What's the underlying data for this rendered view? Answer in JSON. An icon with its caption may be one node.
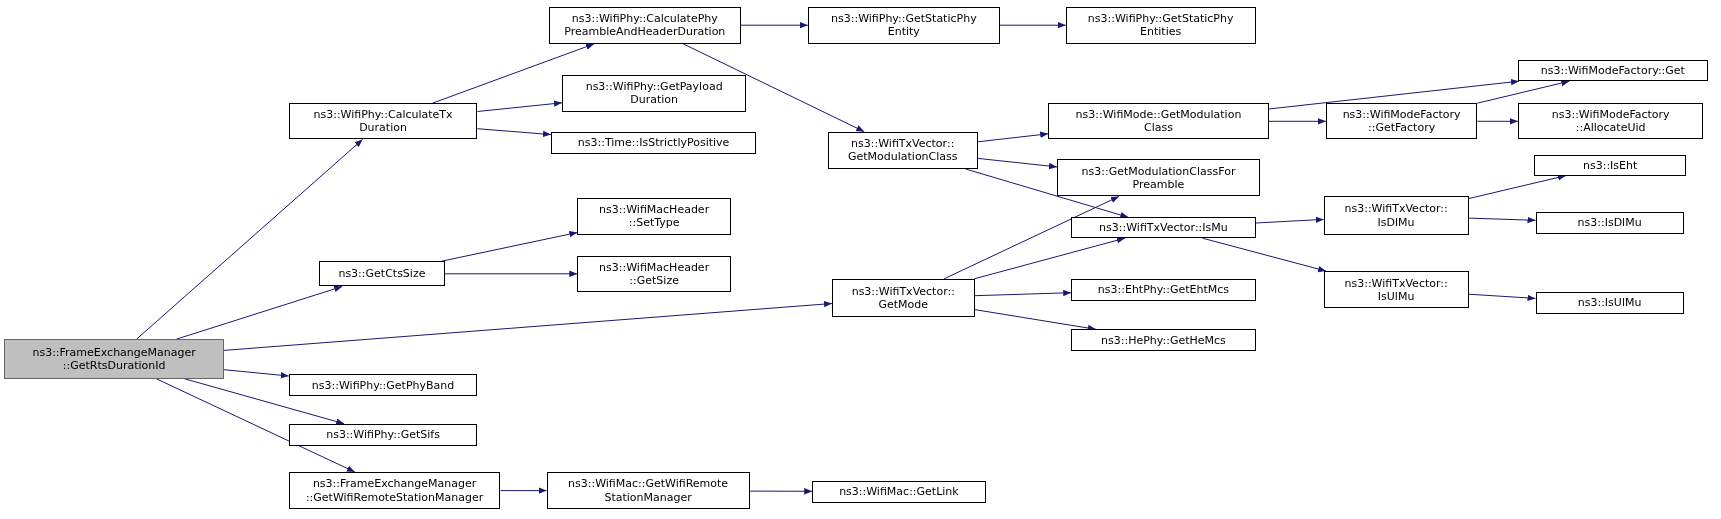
{
  "diagram": {
    "nodes": [
      {
        "text": [
          "ns3::FrameExchangeManager ::GetRtsDurationId"
        ]
      },
      {
        "text": [
          "ns3::WifiPhy::CalculateTx Duration"
        ]
      },
      {
        "text": [
          "ns3::WifiPhy::CalculatePhy PreambleAndHeaderDuration"
        ]
      },
      {
        "text": [
          "ns3::WifiPhy::GetStaticPhy Entity"
        ]
      },
      {
        "text": [
          "ns3::WifiPhy::GetStaticPhy Entities"
        ]
      },
      {
        "text": [
          "ns3::WifiTxVector:: GetModulationClass"
        ]
      },
      {
        "text": [
          "ns3::WifiMode::GetModulation Class"
        ]
      },
      {
        "text": [
          "ns3::WifiModeFactory::Get"
        ]
      },
      {
        "text": [
          "ns3::WifiModeFactory ::GetFactory"
        ]
      },
      {
        "text": [
          "ns3::WifiModeFactory ::AllocateUid"
        ]
      },
      {
        "text": [
          "ns3::GetModulationClassFor Preamble"
        ]
      },
      {
        "text": [
          "ns3::WifiTxVector::IsMu"
        ]
      },
      {
        "text": [
          "ns3::WifiTxVector:: IsDlMu"
        ]
      },
      {
        "text": [
          "ns3::IsEht"
        ]
      },
      {
        "text": [
          "ns3::IsDlMu"
        ]
      },
      {
        "text": [
          "ns3::WifiTxVector:: IsUlMu"
        ]
      },
      {
        "text": [
          "ns3::IsUlMu"
        ]
      },
      {
        "text": [
          "ns3::WifiPhy::GetPayload Duration"
        ]
      },
      {
        "text": [
          "ns3::Time::IsStrictlyPositive"
        ]
      },
      {
        "text": [
          "ns3::WifiMacHeader ::SetType"
        ]
      },
      {
        "text": [
          "ns3::WifiMacHeader ::GetSize"
        ]
      },
      {
        "text": [
          "ns3::GetCtsSize"
        ]
      },
      {
        "text": [
          "ns3::WifiTxVector:: GetMode"
        ]
      },
      {
        "text": [
          "ns3::EhtPhy::GetEhtMcs"
        ]
      },
      {
        "text": [
          "ns3::HePhy::GetHeMcs"
        ]
      },
      {
        "text": [
          "ns3::WifiPhy::GetPhyBand"
        ]
      },
      {
        "text": [
          "ns3::WifiPhy::GetSifs"
        ]
      },
      {
        "text": [
          "ns3::FrameExchangeManager ::GetWifiRemoteStationManager"
        ]
      },
      {
        "text": [
          "ns3::WifiMac::GetWifiRemote StationManager"
        ]
      },
      {
        "text": [
          "ns3::WifiMac::GetLink"
        ]
      }
    ],
    "edges": [
      {
        "from": 0,
        "to": 1,
        "arrow": "to"
      },
      {
        "from": 0,
        "to": 21,
        "arrow": "to"
      },
      {
        "from": 0,
        "to": 22,
        "arrow": "to"
      },
      {
        "from": 0,
        "to": 25,
        "arrow": "to"
      },
      {
        "from": 0,
        "to": 26,
        "arrow": "to"
      },
      {
        "from": 0,
        "to": 27,
        "arrow": "to"
      },
      {
        "from": 1,
        "to": 2,
        "arrow": "to"
      },
      {
        "from": 1,
        "to": 17,
        "arrow": "to"
      },
      {
        "from": 1,
        "to": 18,
        "arrow": "to"
      },
      {
        "from": 2,
        "to": 3,
        "arrow": "to"
      },
      {
        "from": 2,
        "to": 5,
        "arrow": "to"
      },
      {
        "from": 3,
        "to": 4,
        "arrow": "to"
      },
      {
        "from": 5,
        "to": 6,
        "arrow": "to"
      },
      {
        "from": 5,
        "to": 10,
        "arrow": "to"
      },
      {
        "from": 5,
        "to": 11,
        "arrow": "to"
      },
      {
        "from": 6,
        "to": 7,
        "arrow": "to"
      },
      {
        "from": 6,
        "to": 8,
        "arrow": "to"
      },
      {
        "from": 8,
        "to": 7,
        "arrow": "to"
      },
      {
        "from": 8,
        "to": 9,
        "arrow": "to"
      },
      {
        "from": 21,
        "to": 19,
        "arrow": "to"
      },
      {
        "from": 21,
        "to": 20,
        "arrow": "to"
      },
      {
        "from": 22,
        "to": 10,
        "arrow": "to"
      },
      {
        "from": 22,
        "to": 11,
        "arrow": "to"
      },
      {
        "from": 22,
        "to": 23,
        "arrow": "to"
      },
      {
        "from": 22,
        "to": 24,
        "arrow": "to"
      },
      {
        "from": 11,
        "to": 12,
        "arrow": "to"
      },
      {
        "from": 11,
        "to": 15,
        "arrow": "to"
      },
      {
        "from": 12,
        "to": 13,
        "arrow": "to"
      },
      {
        "from": 12,
        "to": 14,
        "arrow": "to"
      },
      {
        "from": 15,
        "to": 16,
        "arrow": "to"
      },
      {
        "from": 27,
        "to": 28,
        "arrow": "to"
      },
      {
        "from": 28,
        "to": 29,
        "arrow": "to"
      }
    ]
  }
}
